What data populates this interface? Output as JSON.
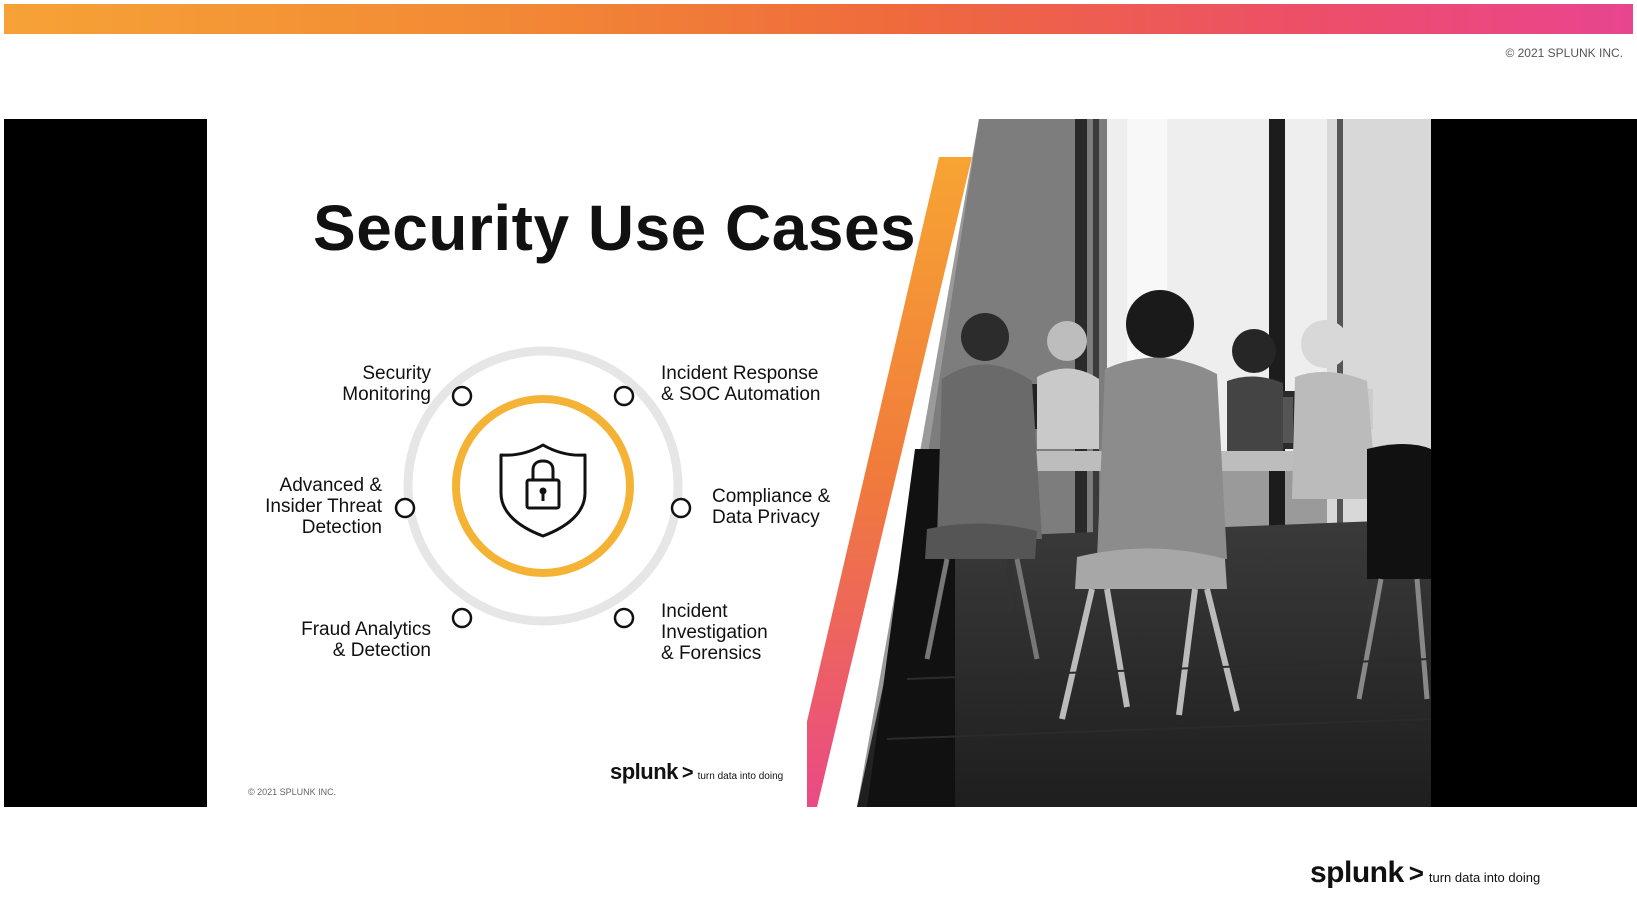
{
  "header": {
    "copyright": "© 2021 SPLUNK INC."
  },
  "slide": {
    "title": "Security Use Cases",
    "center_icon": "shield-lock-icon",
    "use_cases": [
      {
        "id": "security-monitoring",
        "label": "Security\nMonitoring"
      },
      {
        "id": "incident-response",
        "label": "Incident Response\n& SOC Automation"
      },
      {
        "id": "advanced-threat",
        "label": "Advanced &\nInsider Threat\nDetection"
      },
      {
        "id": "compliance",
        "label": "Compliance &\nData Privacy"
      },
      {
        "id": "fraud-analytics",
        "label": "Fraud Analytics\n& Detection"
      },
      {
        "id": "incident-investigation",
        "label": "Incident\nInvestigation\n& Forensics"
      }
    ],
    "footer_copyright": "© 2021 SPLUNK INC.",
    "brand": {
      "wordmark": "splunk",
      "chevron": ">",
      "tagline": "turn data into doing"
    },
    "photo": "black-and-white photo of team meeting around a table with laptops"
  },
  "footer": {
    "brand": {
      "wordmark": "splunk",
      "chevron": ">",
      "tagline": "turn data into doing"
    }
  },
  "colors": {
    "accent_orange": "#f6a236",
    "accent_pink": "#e8458f",
    "ring_yellow": "#f5b335",
    "ring_gray": "#e6e6e6"
  }
}
